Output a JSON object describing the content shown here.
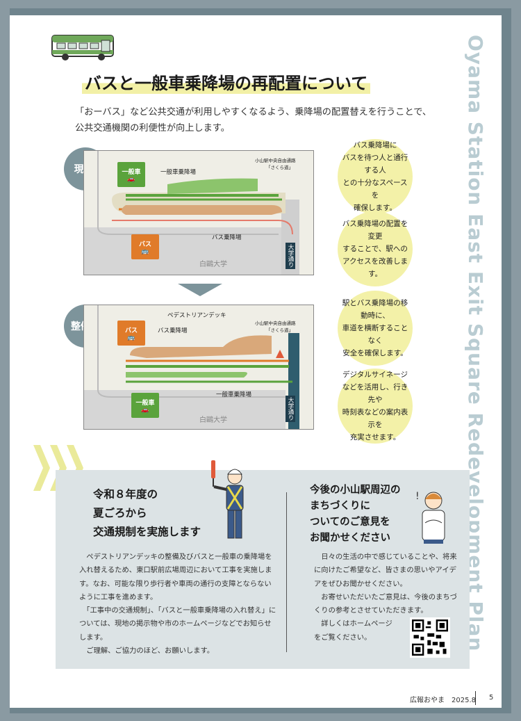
{
  "vertical_title": "Oyama Station East Exit Square Redevelopment Plan",
  "title": "バスと一般車乗降場の再配置について",
  "lead": "「おーバス」など公共交通が利用しやすくなるよう、乗降場の配置替えを行うことで、公共交通機関の利便性が向上します。",
  "current": {
    "badge": "現 在",
    "general_tag": "一般車",
    "general_label": "一般車乗降場",
    "bus_tag": "バス",
    "bus_label": "バス乗降場",
    "road_label_1": "小山駅中央自由通路",
    "road_label_2": "「さくら道」",
    "street": "大学通り",
    "school": "白鷗大学"
  },
  "after": {
    "badge": "整備後",
    "deck_label": "ペデストリアンデッキ",
    "bus_tag": "バス",
    "bus_label": "バス乗降場",
    "general_tag": "一般車",
    "general_label": "一般車乗降場",
    "road_label_1": "小山駅中央自由通路",
    "road_label_2": "「さくら道」",
    "street": "大学通り",
    "school": "白鷗大学"
  },
  "bubbles": [
    "バス乗降場に\nバスを待つ人と通行する人\nとの十分なスペースを\n確保します。",
    "バス乗降場の配置を変更\nすることで、駅への\nアクセスを改善します。",
    "駅とバス乗降場の移動時に、\n車道を横断することなく\n安全を確保します。",
    "デジタルサイネージ\nなどを活用し、行き先や\n時刻表などの案内表示を\n充実させます。"
  ],
  "notice": {
    "heading": "令和８年度の\n夏ごろから\n交通規制を実施します",
    "body": "　ペデストリアンデッキの整備及びバスと一般車の乗降場を入れ替えるため、東口駅前広場周辺において工事を実施します。なお、可能な限り歩行者や車両の通行の支障とならないように工事を進めます。\n　「工事中の交通規制」、「バスと一般車乗降場の入れ替え」については、現地の掲示物や市のホームページなどでお知らせします。\n　ご理解、ご協力のほど、お願いします。"
  },
  "opinion": {
    "heading": "今後の小山駅周辺の\nまちづくりに\nついてのご意見を\nお聞かせください",
    "body": "　日々の生活の中で感じていることや、将来に向けたご希望など、皆さまの思いやアイデアをぜひお聞かせください。\n　お寄せいただいたご意見は、今後のまちづくりの参考とさせていただきます。\n　詳しくはホームページ\nをご覧ください。"
  },
  "footer": {
    "publication": "広報おやま　2025.8",
    "page": "5"
  },
  "colors": {
    "frame": "#6f848d",
    "badge": "#7d949b",
    "bubble": "#f3f1a8",
    "general": "#5aa33c",
    "bus": "#e07b2a",
    "infobox": "#dce3e5"
  }
}
